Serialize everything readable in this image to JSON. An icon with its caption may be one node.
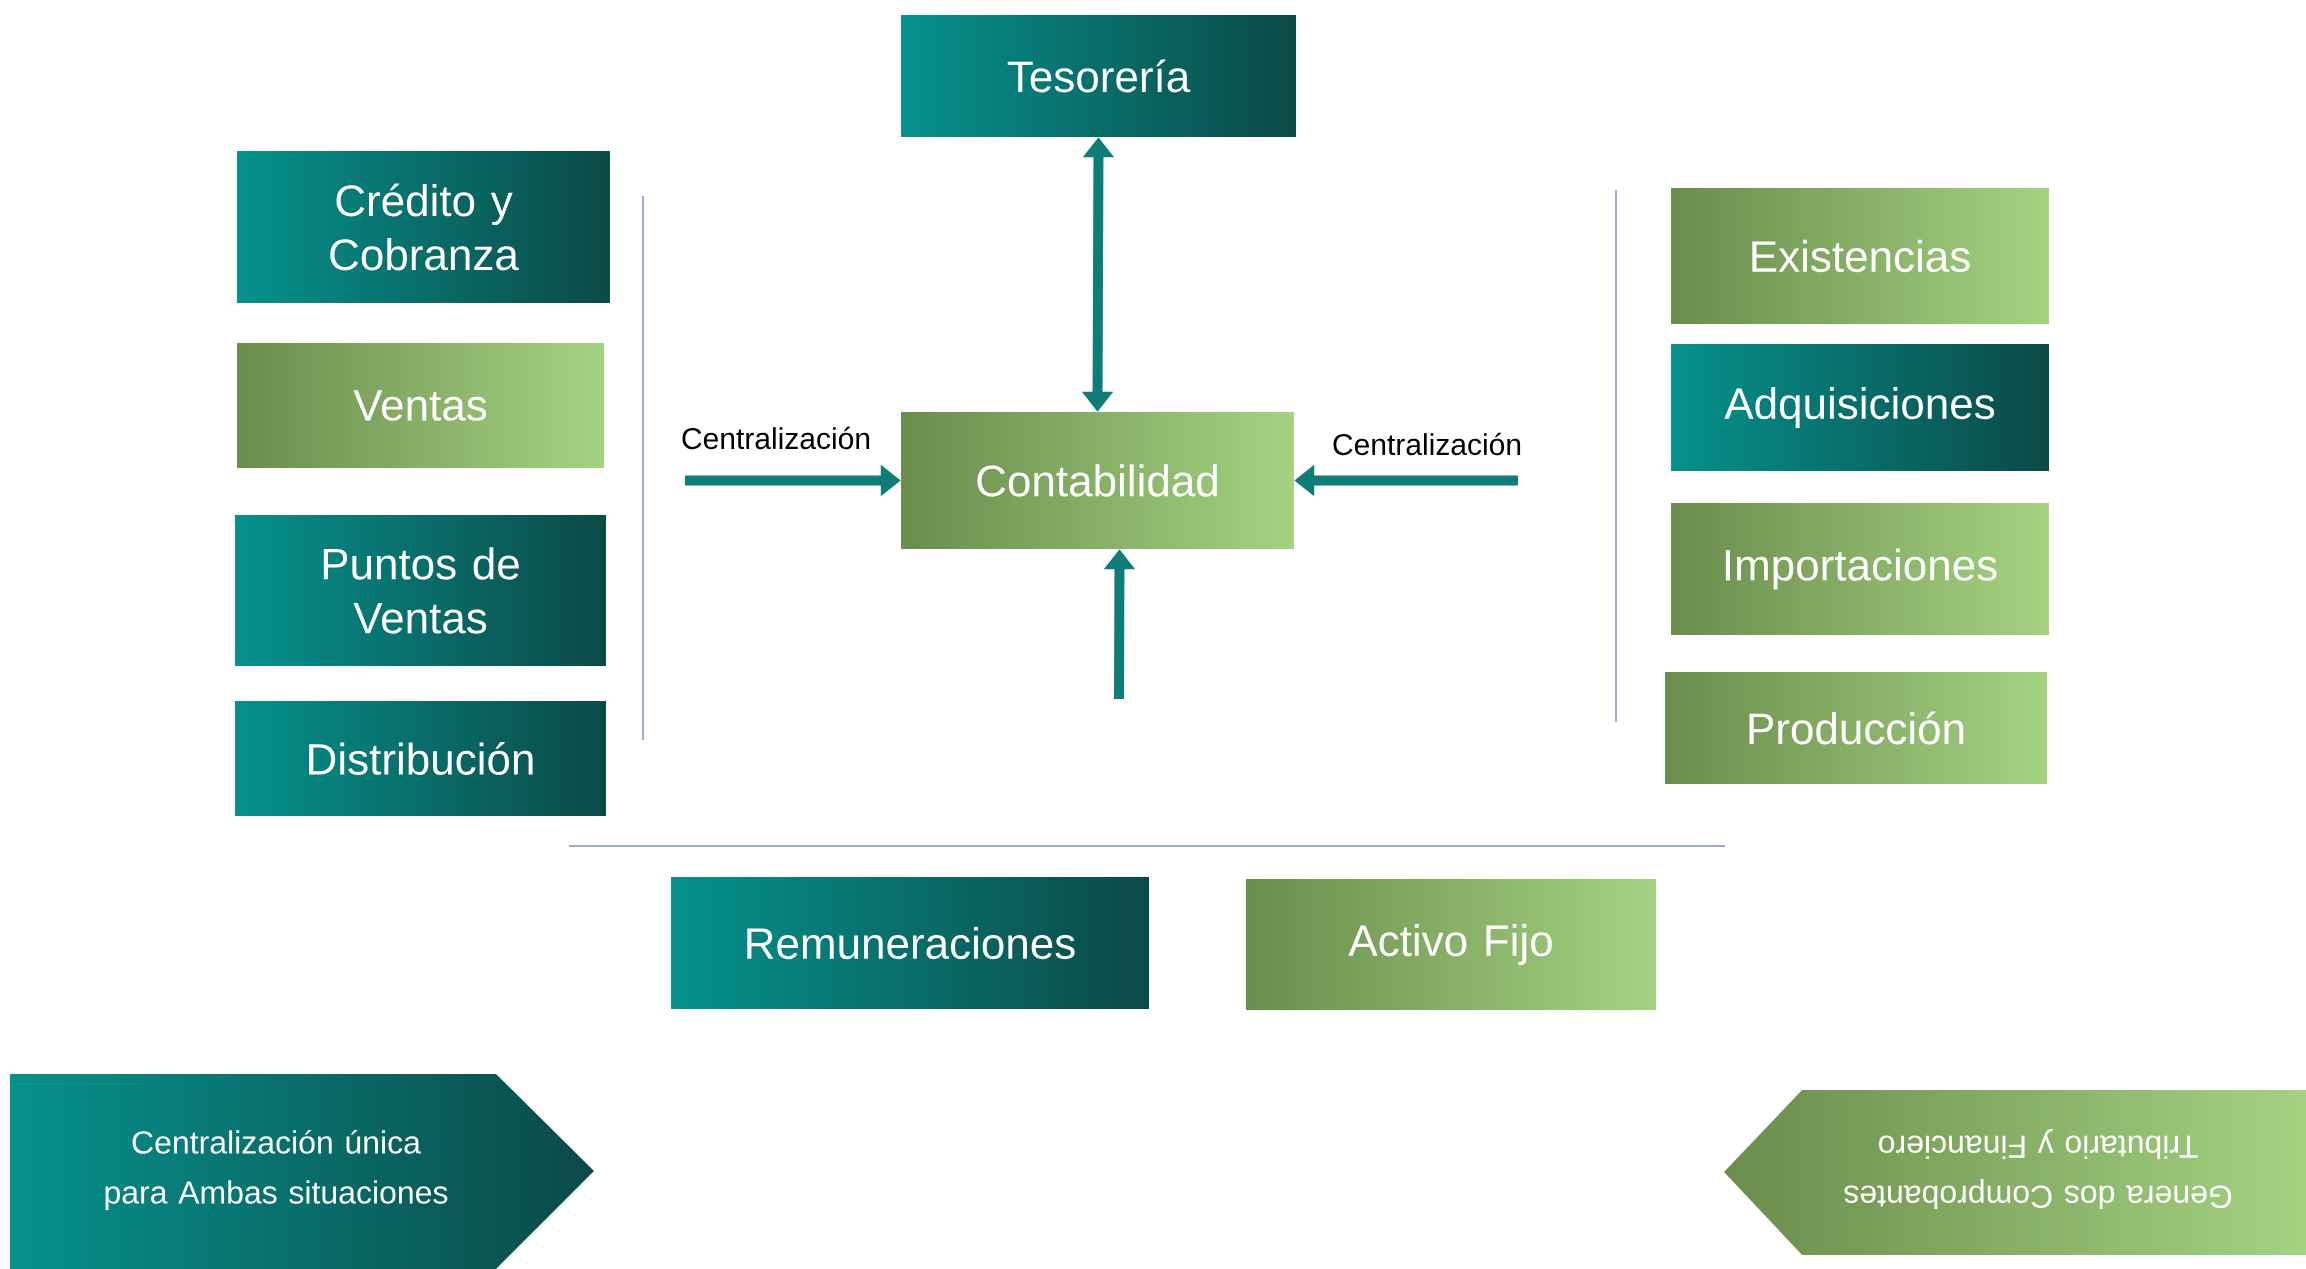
{
  "diagram": {
    "nodes": [
      {
        "text": [
          "Tesorería"
        ]
      },
      {
        "text": [
          "Crédito y Cobranza"
        ]
      },
      {
        "text": [
          "Ventas"
        ]
      },
      {
        "text": [
          "Puntos de Ventas"
        ]
      },
      {
        "text": [
          "Distribución"
        ]
      },
      {
        "text": [
          "Contabilidad"
        ]
      },
      {
        "text": [
          "Existencias"
        ]
      },
      {
        "text": [
          "Adquisiciones"
        ]
      },
      {
        "text": [
          "Importaciones"
        ]
      },
      {
        "text": [
          "Producción"
        ]
      },
      {
        "text": [
          "Remuneraciones"
        ]
      },
      {
        "text": [
          "Activo Fijo"
        ]
      },
      {
        "text": [
          "Centralización única para Ambas situaciones"
        ]
      },
      {
        "text": [
          "Genera dos Comprobantes Tributario y Financiero"
        ]
      }
    ],
    "edges": [
      {
        "from": 0,
        "to": 5,
        "arrow": "both"
      },
      {
        "from": null,
        "to": 5,
        "arrow": "to",
        "label": "Centralización"
      },
      {
        "from": null,
        "to": 5,
        "arrow": "to",
        "label": "Centralización"
      },
      {
        "from": null,
        "to": 5,
        "arrow": "to"
      }
    ]
  }
}
